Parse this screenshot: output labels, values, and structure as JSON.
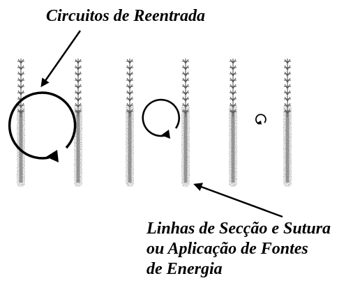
{
  "labels": {
    "reentry_circuits": "Circuitos de Reentrada",
    "lines": [
      "Linhas de Secção e Sutura",
      "ou Aplicação de Fontes",
      "de Energia"
    ]
  },
  "colors": {
    "ink": "#000000",
    "lesion": "#5a5a5a",
    "suture": "#4a4a4a"
  },
  "icons": {
    "reentry_large": "circular-arrow-icon",
    "reentry_medium": "circular-arrow-icon",
    "reentry_small": "circular-arrow-icon"
  }
}
